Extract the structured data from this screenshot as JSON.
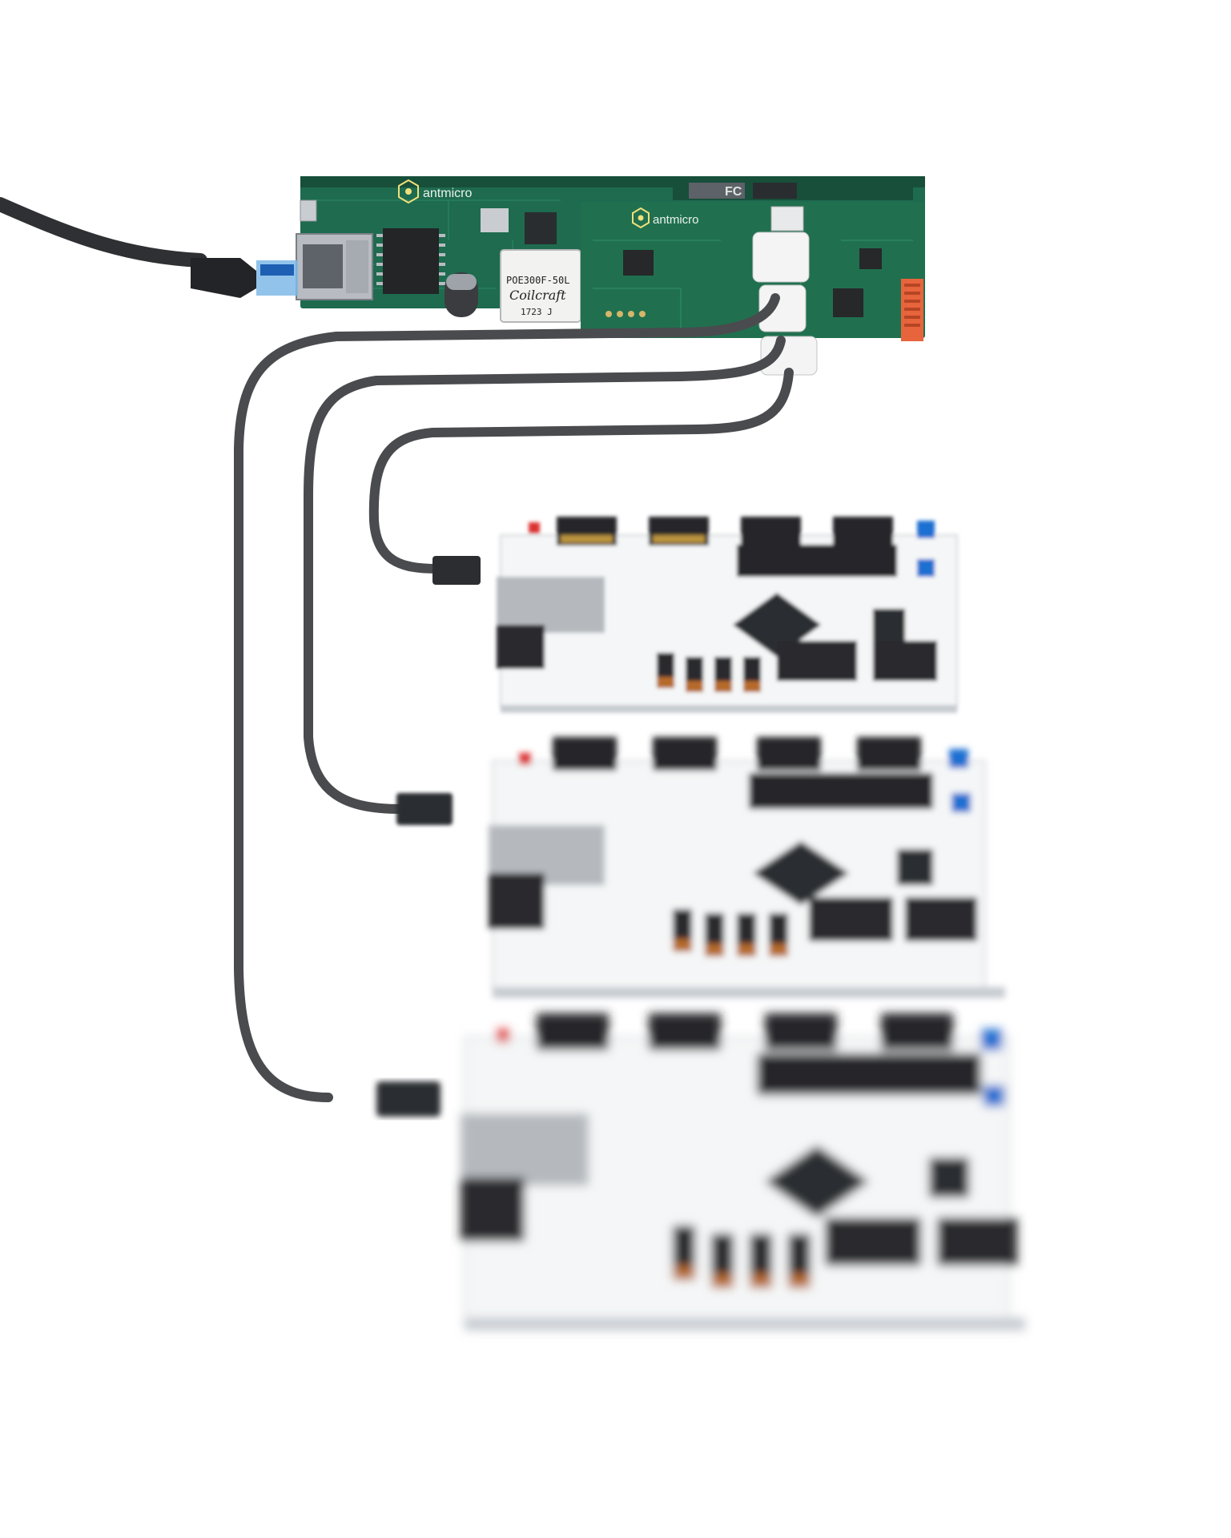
{
  "photo": {
    "background": "#ffffff",
    "colors": {
      "pcb_green": "#1e6b4f",
      "pcb_green_dark": "#15503a",
      "board_white": "#f4f6f7",
      "cable": "#3b3b3d",
      "connector_orange": "#e8643c",
      "pot_blue": "#1f6fd1"
    }
  },
  "main_board": {
    "brand": "antmicro",
    "inductor_line1": "POE300F-50L",
    "inductor_line2": "Coilcraft",
    "inductor_line3": "1723 J",
    "fcc_mark": "FC"
  },
  "adapter_board": {
    "brand": "antmicro"
  },
  "ethernet_cable": {
    "icon": "ethernet-cable"
  },
  "target_boards": {
    "count": 3,
    "icon": "fpga-dev-board"
  }
}
